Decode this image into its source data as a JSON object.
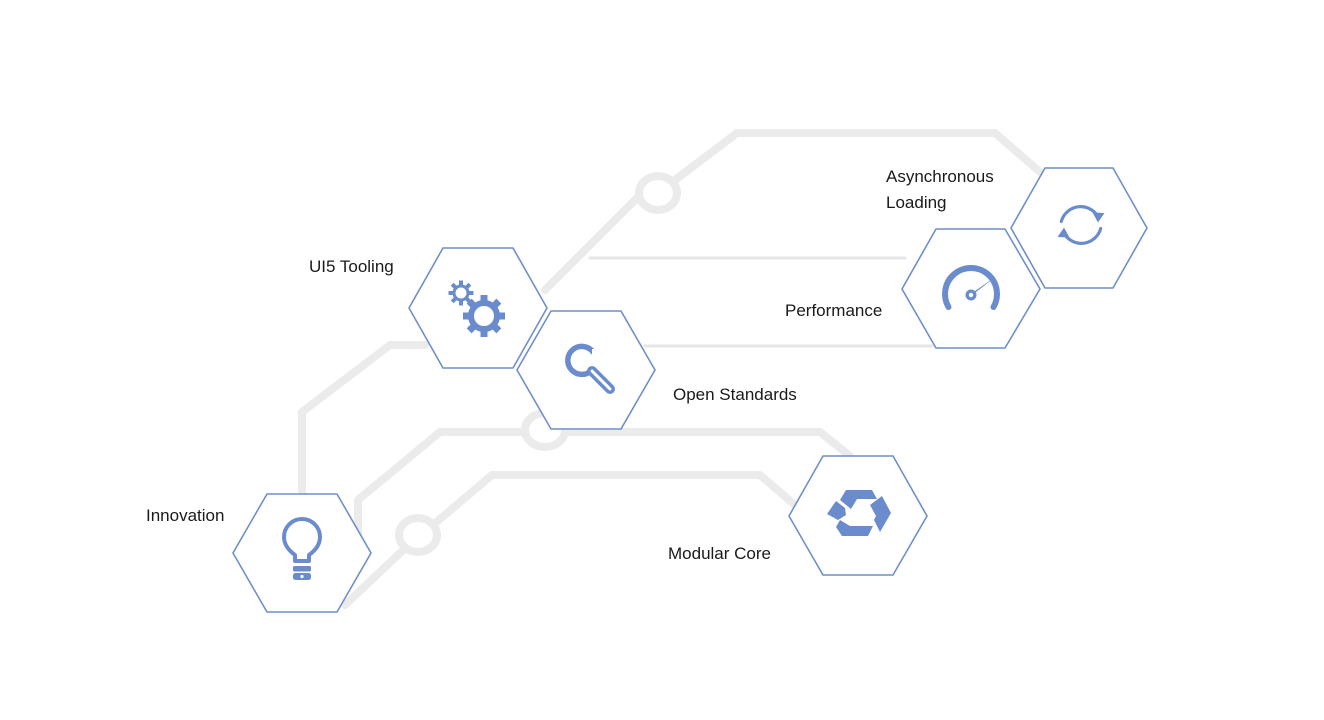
{
  "features": {
    "async_loading": {
      "line1": "Asynchronous",
      "line2": "Loading",
      "icon": "refresh-icon"
    },
    "ui5_tooling": {
      "label": "UI5 Tooling",
      "icon": "gears-icon"
    },
    "performance": {
      "label": "Performance",
      "icon": "speedometer-icon"
    },
    "open_standards": {
      "label": "Open Standards",
      "icon": "wrench-icon"
    },
    "innovation": {
      "label": "Innovation",
      "icon": "lightbulb-icon"
    },
    "modular_core": {
      "label": "Modular Core",
      "icon": "cube-icon"
    }
  },
  "colors": {
    "hex_outline": "#6e8fc9",
    "icon": "#6b8ccc",
    "track": "#ebebeb",
    "text": "#1a1a1a"
  }
}
